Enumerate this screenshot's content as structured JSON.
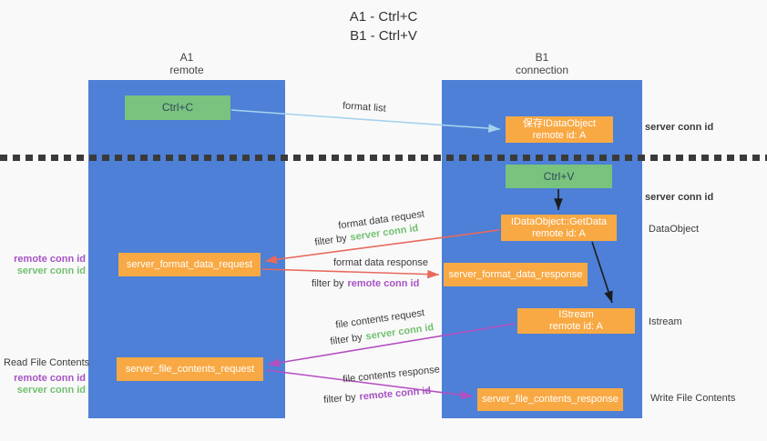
{
  "title": {
    "line1": "A1 - Ctrl+C",
    "line2": "B1 - Ctrl+V"
  },
  "lanes": {
    "left": {
      "name": "A1",
      "role": "remote"
    },
    "right": {
      "name": "B1",
      "role": "connection"
    }
  },
  "nodes": {
    "ctrl_c": {
      "label": "Ctrl+C"
    },
    "save_idataobject": {
      "line1": "保存IDataObject",
      "line2": "remote id: A"
    },
    "ctrl_v": {
      "label": "Ctrl+V"
    },
    "getdata": {
      "line1": "IDataObject::GetData",
      "line2": "remote id: A"
    },
    "format_request": {
      "label": "server_format_data_request"
    },
    "format_response": {
      "label": "server_format_data_response"
    },
    "istream": {
      "line1": "IStream",
      "line2": "remote id: A"
    },
    "file_request": {
      "label": "server_file_contents_request"
    },
    "file_response": {
      "label": "server_file_contents_response"
    }
  },
  "flow_labels": {
    "format_list": "format list",
    "format_data_request": "format data request",
    "format_data_response": "format data response",
    "file_contents_request": "file contents request",
    "file_contents_response": "file contents response",
    "filter_by": "filter by",
    "server_conn_id": "server conn id",
    "remote_conn_id": "remote conn id"
  },
  "side_labels": {
    "left": {
      "remote_conn_id": "remote conn id",
      "server_conn_id": "server conn id",
      "read_file_contents": "Read File Contents"
    },
    "right": {
      "server_conn_id": "server conn id",
      "dataobject": "DataObject",
      "istream": "Istream",
      "write_file_contents": "Write File Contents"
    }
  },
  "colors": {
    "lane_blue": "#4d80d6",
    "node_orange": "#f8a944",
    "node_green": "#79c37f",
    "green_text": "#72c070",
    "purple_text": "#a653c4",
    "red_arrow": "#e8695c",
    "purple_arrow": "#b44fc0",
    "blue_arrow": "#a5d2ee",
    "black_arrow": "#1c1c1c",
    "dark_text": "#3b3b3b",
    "background": "#f9f9f9"
  }
}
